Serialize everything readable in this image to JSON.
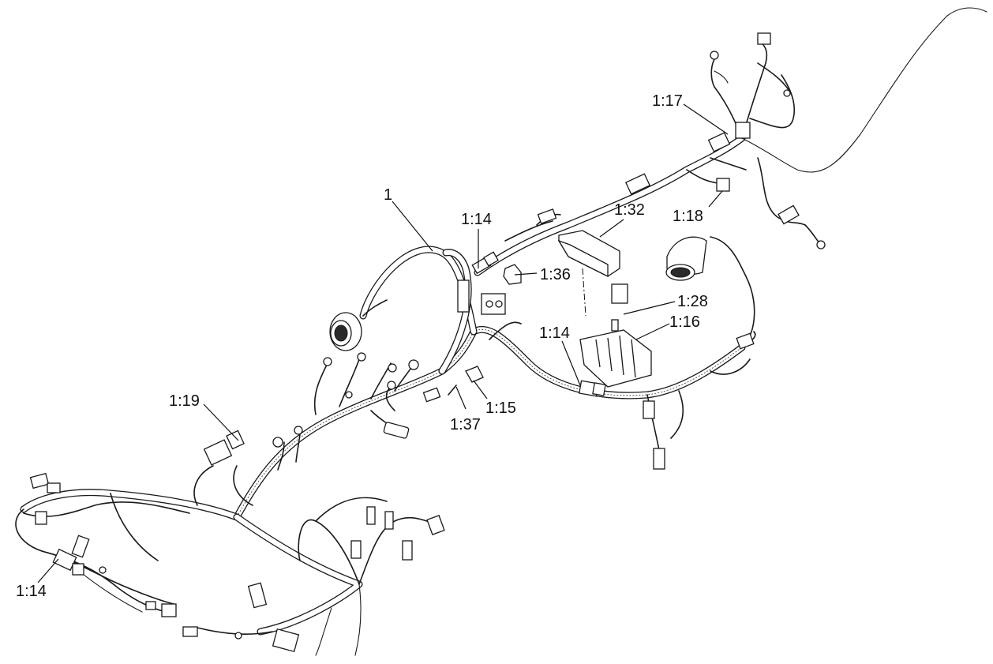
{
  "callouts": {
    "c1": "1",
    "c1_14_top": "1:14",
    "c1_36": "1:36",
    "c1_32": "1:32",
    "c1_17": "1:17",
    "c1_18": "1:18",
    "c1_28": "1:28",
    "c1_16": "1:16",
    "c1_14_mid": "1:14",
    "c1_15": "1:15",
    "c1_37": "1:37",
    "c1_19": "1:19",
    "c1_14_left": "1:14"
  },
  "colors": {
    "background": "#ffffff",
    "line": "#1a1a1a"
  }
}
